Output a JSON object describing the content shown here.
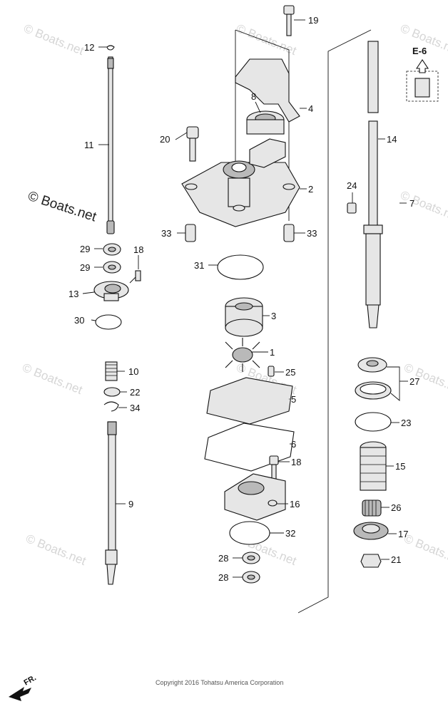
{
  "watermark": {
    "text": "© Boats.net",
    "prominent_text": "© Boats.net"
  },
  "copyright": "Copyright 2016 Tohatsu America Corporation",
  "reference": {
    "label": "E-6"
  },
  "direction": {
    "label": "FR."
  },
  "callouts": {
    "c1": "1",
    "c2": "2",
    "c3": "3",
    "c4": "4",
    "c5": "5",
    "c6": "6",
    "c7": "7",
    "c8": "8",
    "c9": "9",
    "c10": "10",
    "c11": "11",
    "c12": "12",
    "c13": "13",
    "c14": "14",
    "c15": "15",
    "c16": "16",
    "c17": "17",
    "c18a": "18",
    "c18b": "18",
    "c19": "19",
    "c20": "20",
    "c21": "21",
    "c22": "22",
    "c23": "23",
    "c24": "24",
    "c25": "25",
    "c26": "26",
    "c27": "27",
    "c28a": "28",
    "c28b": "28",
    "c29a": "29",
    "c29b": "29",
    "c30": "30",
    "c31": "31",
    "c32": "32",
    "c33a": "33",
    "c33b": "33",
    "c34": "34"
  }
}
